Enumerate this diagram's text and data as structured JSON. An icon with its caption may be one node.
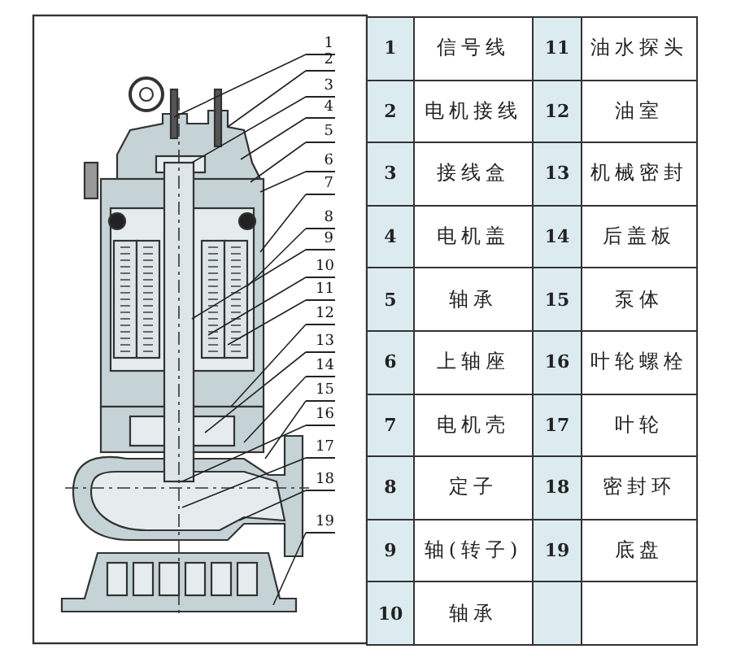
{
  "diagram": {
    "nodes": [
      {
        "text": [
          "1"
        ]
      },
      {
        "text": [
          "2"
        ]
      },
      {
        "text": [
          "3"
        ]
      },
      {
        "text": [
          "4"
        ]
      },
      {
        "text": [
          "5"
        ]
      },
      {
        "text": [
          "6"
        ]
      },
      {
        "text": [
          "7"
        ]
      },
      {
        "text": [
          "8"
        ]
      },
      {
        "text": [
          "9"
        ]
      },
      {
        "text": [
          "10"
        ]
      },
      {
        "text": [
          "11"
        ]
      },
      {
        "text": [
          "12"
        ]
      },
      {
        "text": [
          "13"
        ]
      },
      {
        "text": [
          "14"
        ]
      },
      {
        "text": [
          "15"
        ]
      },
      {
        "text": [
          "16"
        ]
      },
      {
        "text": [
          "17"
        ]
      },
      {
        "text": [
          "18"
        ]
      },
      {
        "text": [
          "19"
        ]
      }
    ],
    "edges": [
      {
        "from": 0,
        "to": null,
        "arrow": "none"
      },
      {
        "from": 1,
        "to": null,
        "arrow": "none"
      },
      {
        "from": 2,
        "to": null,
        "arrow": "none"
      },
      {
        "from": 3,
        "to": null,
        "arrow": "none"
      },
      {
        "from": 4,
        "to": null,
        "arrow": "none"
      },
      {
        "from": 5,
        "to": null,
        "arrow": "none"
      },
      {
        "from": 6,
        "to": null,
        "arrow": "none"
      },
      {
        "from": 7,
        "to": null,
        "arrow": "none"
      },
      {
        "from": 8,
        "to": null,
        "arrow": "none"
      },
      {
        "from": 9,
        "to": null,
        "arrow": "none"
      },
      {
        "from": 10,
        "to": null,
        "arrow": "none"
      },
      {
        "from": 11,
        "to": null,
        "arrow": "none"
      },
      {
        "from": 12,
        "to": null,
        "arrow": "none"
      },
      {
        "from": 13,
        "to": null,
        "arrow": "none"
      },
      {
        "from": 14,
        "to": null,
        "arrow": "none"
      },
      {
        "from": 15,
        "to": null,
        "arrow": "none"
      },
      {
        "from": 16,
        "to": null,
        "arrow": "none"
      },
      {
        "from": 17,
        "to": null,
        "arrow": "none"
      },
      {
        "from": 18,
        "to": null,
        "arrow": "none"
      }
    ],
    "labels": [
      "1",
      "信号线",
      "11",
      "油水探头",
      "2",
      "电机接线",
      "12",
      "油室",
      "3",
      "接线盒",
      "13",
      "机械密封",
      "4",
      "电机盖",
      "14",
      "后盖板",
      "5",
      "轴承",
      "15",
      "泵体",
      "6",
      "上轴座",
      "16",
      "叶轮螺栓",
      "7",
      "电机壳",
      "17",
      "叶轮",
      "8",
      "定子",
      "18",
      "密封环",
      "9",
      "轴(转子)",
      "19",
      "底盘",
      "10",
      "轴承"
    ]
  }
}
